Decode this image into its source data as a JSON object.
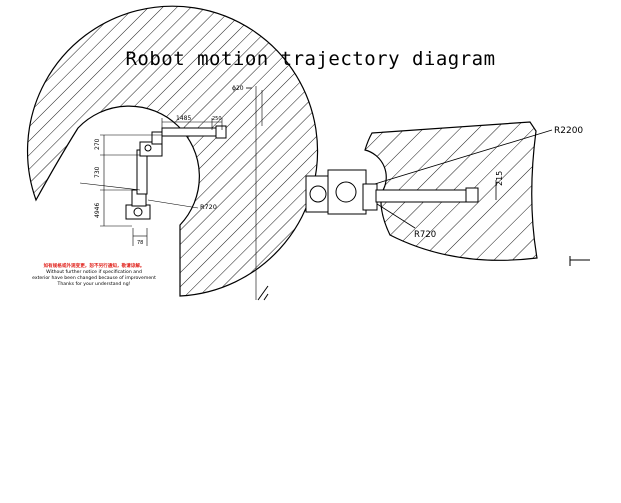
{
  "title": "Robot motion trajectory diagram",
  "side_view": {
    "top_dims": [
      "1485",
      "250"
    ],
    "vertical_dims": [
      "270",
      "730",
      "4946"
    ],
    "radius_label": "R720",
    "base_dim": "78",
    "top_right_label": "ϕ20",
    "note_red": "如有规格或外观变更，恕不另行通知，敬请谅解。",
    "note_lines": [
      "Without further notice if specification and",
      "exterior have been changed because of improvement",
      "Thanks for your understand ng!"
    ]
  },
  "top_view": {
    "outer_radius_label": "R2200",
    "inner_radius_label": "R720",
    "vertical_dim": "215"
  },
  "colors": {
    "line": "#000000",
    "note_red": "#e0201a"
  }
}
